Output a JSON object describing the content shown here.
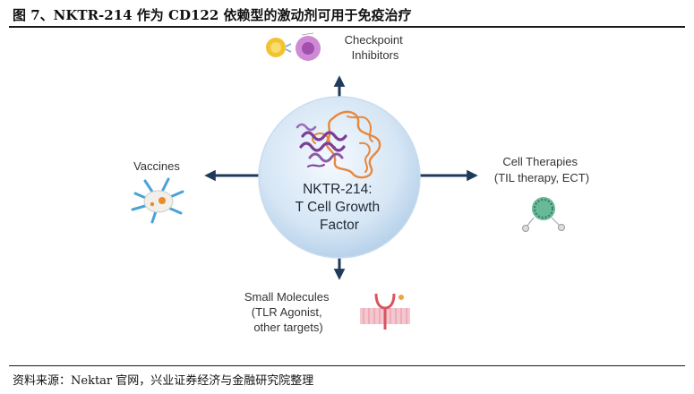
{
  "figure": {
    "title": "图 7、NKTR-214 作为 CD122 依赖型的激动剂可用于免疫治疗",
    "source": "资料来源：Nektar 官网，兴业证券经济与金融研究院整理"
  },
  "center": {
    "lines": [
      "NKTR-214:",
      "T Cell Growth",
      "Factor"
    ]
  },
  "nodes": {
    "top": {
      "lines": [
        "Checkpoint",
        "Inhibitors"
      ],
      "icon": "antibody-cell-icon"
    },
    "left": {
      "lines": [
        "Vaccines"
      ],
      "icon": "dendritic-cell-icon"
    },
    "right": {
      "lines": [
        "Cell Therapies",
        "(TIL therapy, ECT)"
      ],
      "icon": "t-cell-icon"
    },
    "bottom": {
      "lines": [
        "Small Molecules",
        "(TLR Agonist,",
        "other targets)"
      ],
      "icon": "membrane-receptor-icon"
    }
  },
  "colors": {
    "arrow": "#1f3a5a",
    "circle_light": "#eef5fc",
    "circle_dark": "#b8d2ea",
    "protein_orange": "#e8873a",
    "protein_purple": "#7b3d96"
  }
}
